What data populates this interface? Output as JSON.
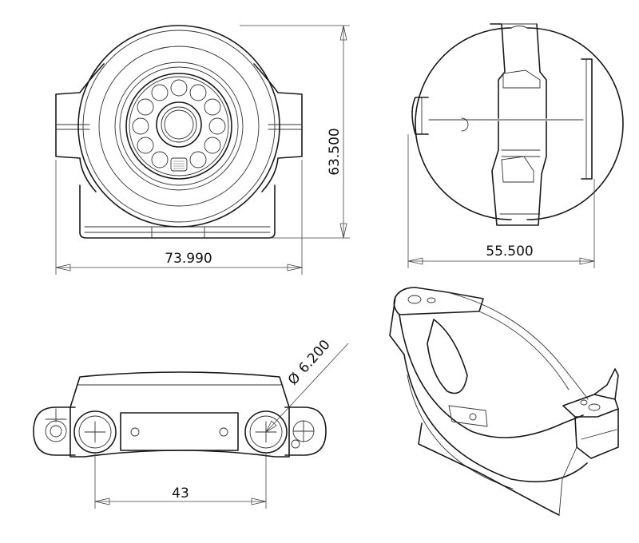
{
  "dimensions": {
    "front_width": "73.990",
    "front_height": "63.500",
    "side_depth": "55.500",
    "hole_diameter": "6.200",
    "diameter_symbol": "Ø",
    "hole_spacing": "43"
  }
}
